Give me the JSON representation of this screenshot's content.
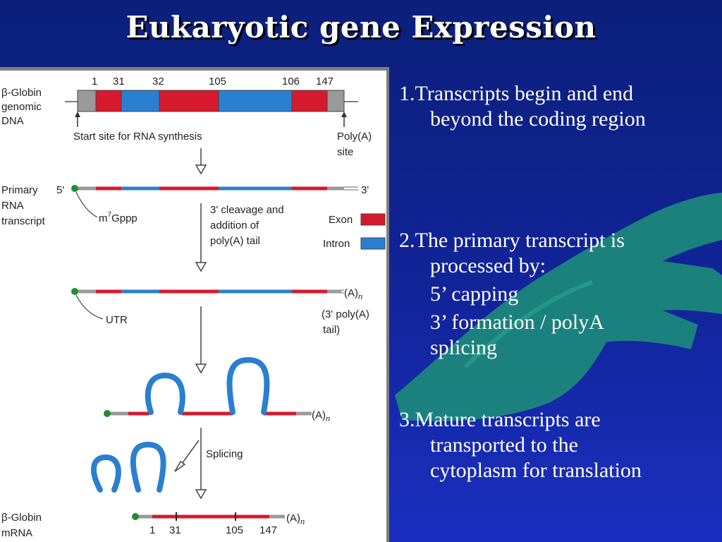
{
  "slide": {
    "title": "Eukaryotic gene Expression",
    "points": [
      {
        "lines": [
          "1.Transcripts begin and end",
          "beyond the coding region"
        ]
      },
      {
        "lines": [
          "2.The primary transcript is",
          "processed by:",
          "5’ capping",
          "3’ formation / polyA",
          "splicing"
        ]
      },
      {
        "lines": [
          "3.Mature transcripts are",
          "transported to the",
          "cytoplasm for translation"
        ]
      }
    ]
  },
  "figure": {
    "genomic_label": [
      "β-Globin",
      "genomic",
      "DNA"
    ],
    "positions": [
      "1",
      "31",
      "32",
      "105",
      "106",
      "147"
    ],
    "start_site": "Start site for RNA synthesis",
    "polya_site": [
      "Poly(A)",
      "site"
    ],
    "primary_label": [
      "Primary",
      "RNA",
      "transcript"
    ],
    "five_prime": "5'",
    "three_prime": "3'",
    "cap_base": "m",
    "cap_sup": "7",
    "cap_rest": "Gppp",
    "step_cleavage": [
      "3' cleavage and",
      "addition of",
      "poly(A) tail"
    ],
    "legend": [
      {
        "label": "Exon",
        "color": "#d7192e"
      },
      {
        "label": "Intron",
        "color": "#2a7fd0"
      }
    ],
    "polya": "(A)",
    "polya_sub": "n",
    "utr": "UTR",
    "polya_tail_label": [
      "(3' poly(A)",
      "tail)"
    ],
    "splicing": "Splicing",
    "mrna_label": [
      "β-Globin",
      "mRNA"
    ],
    "mrna_positions": [
      "1",
      "31",
      "105",
      "147"
    ]
  },
  "colors": {
    "exon": "#d7192e",
    "intron": "#2a7fd0",
    "utr": "#9a9a9a",
    "cap": "#1f8f2e",
    "background": "#12249a",
    "hand": "#1d8c7a"
  }
}
